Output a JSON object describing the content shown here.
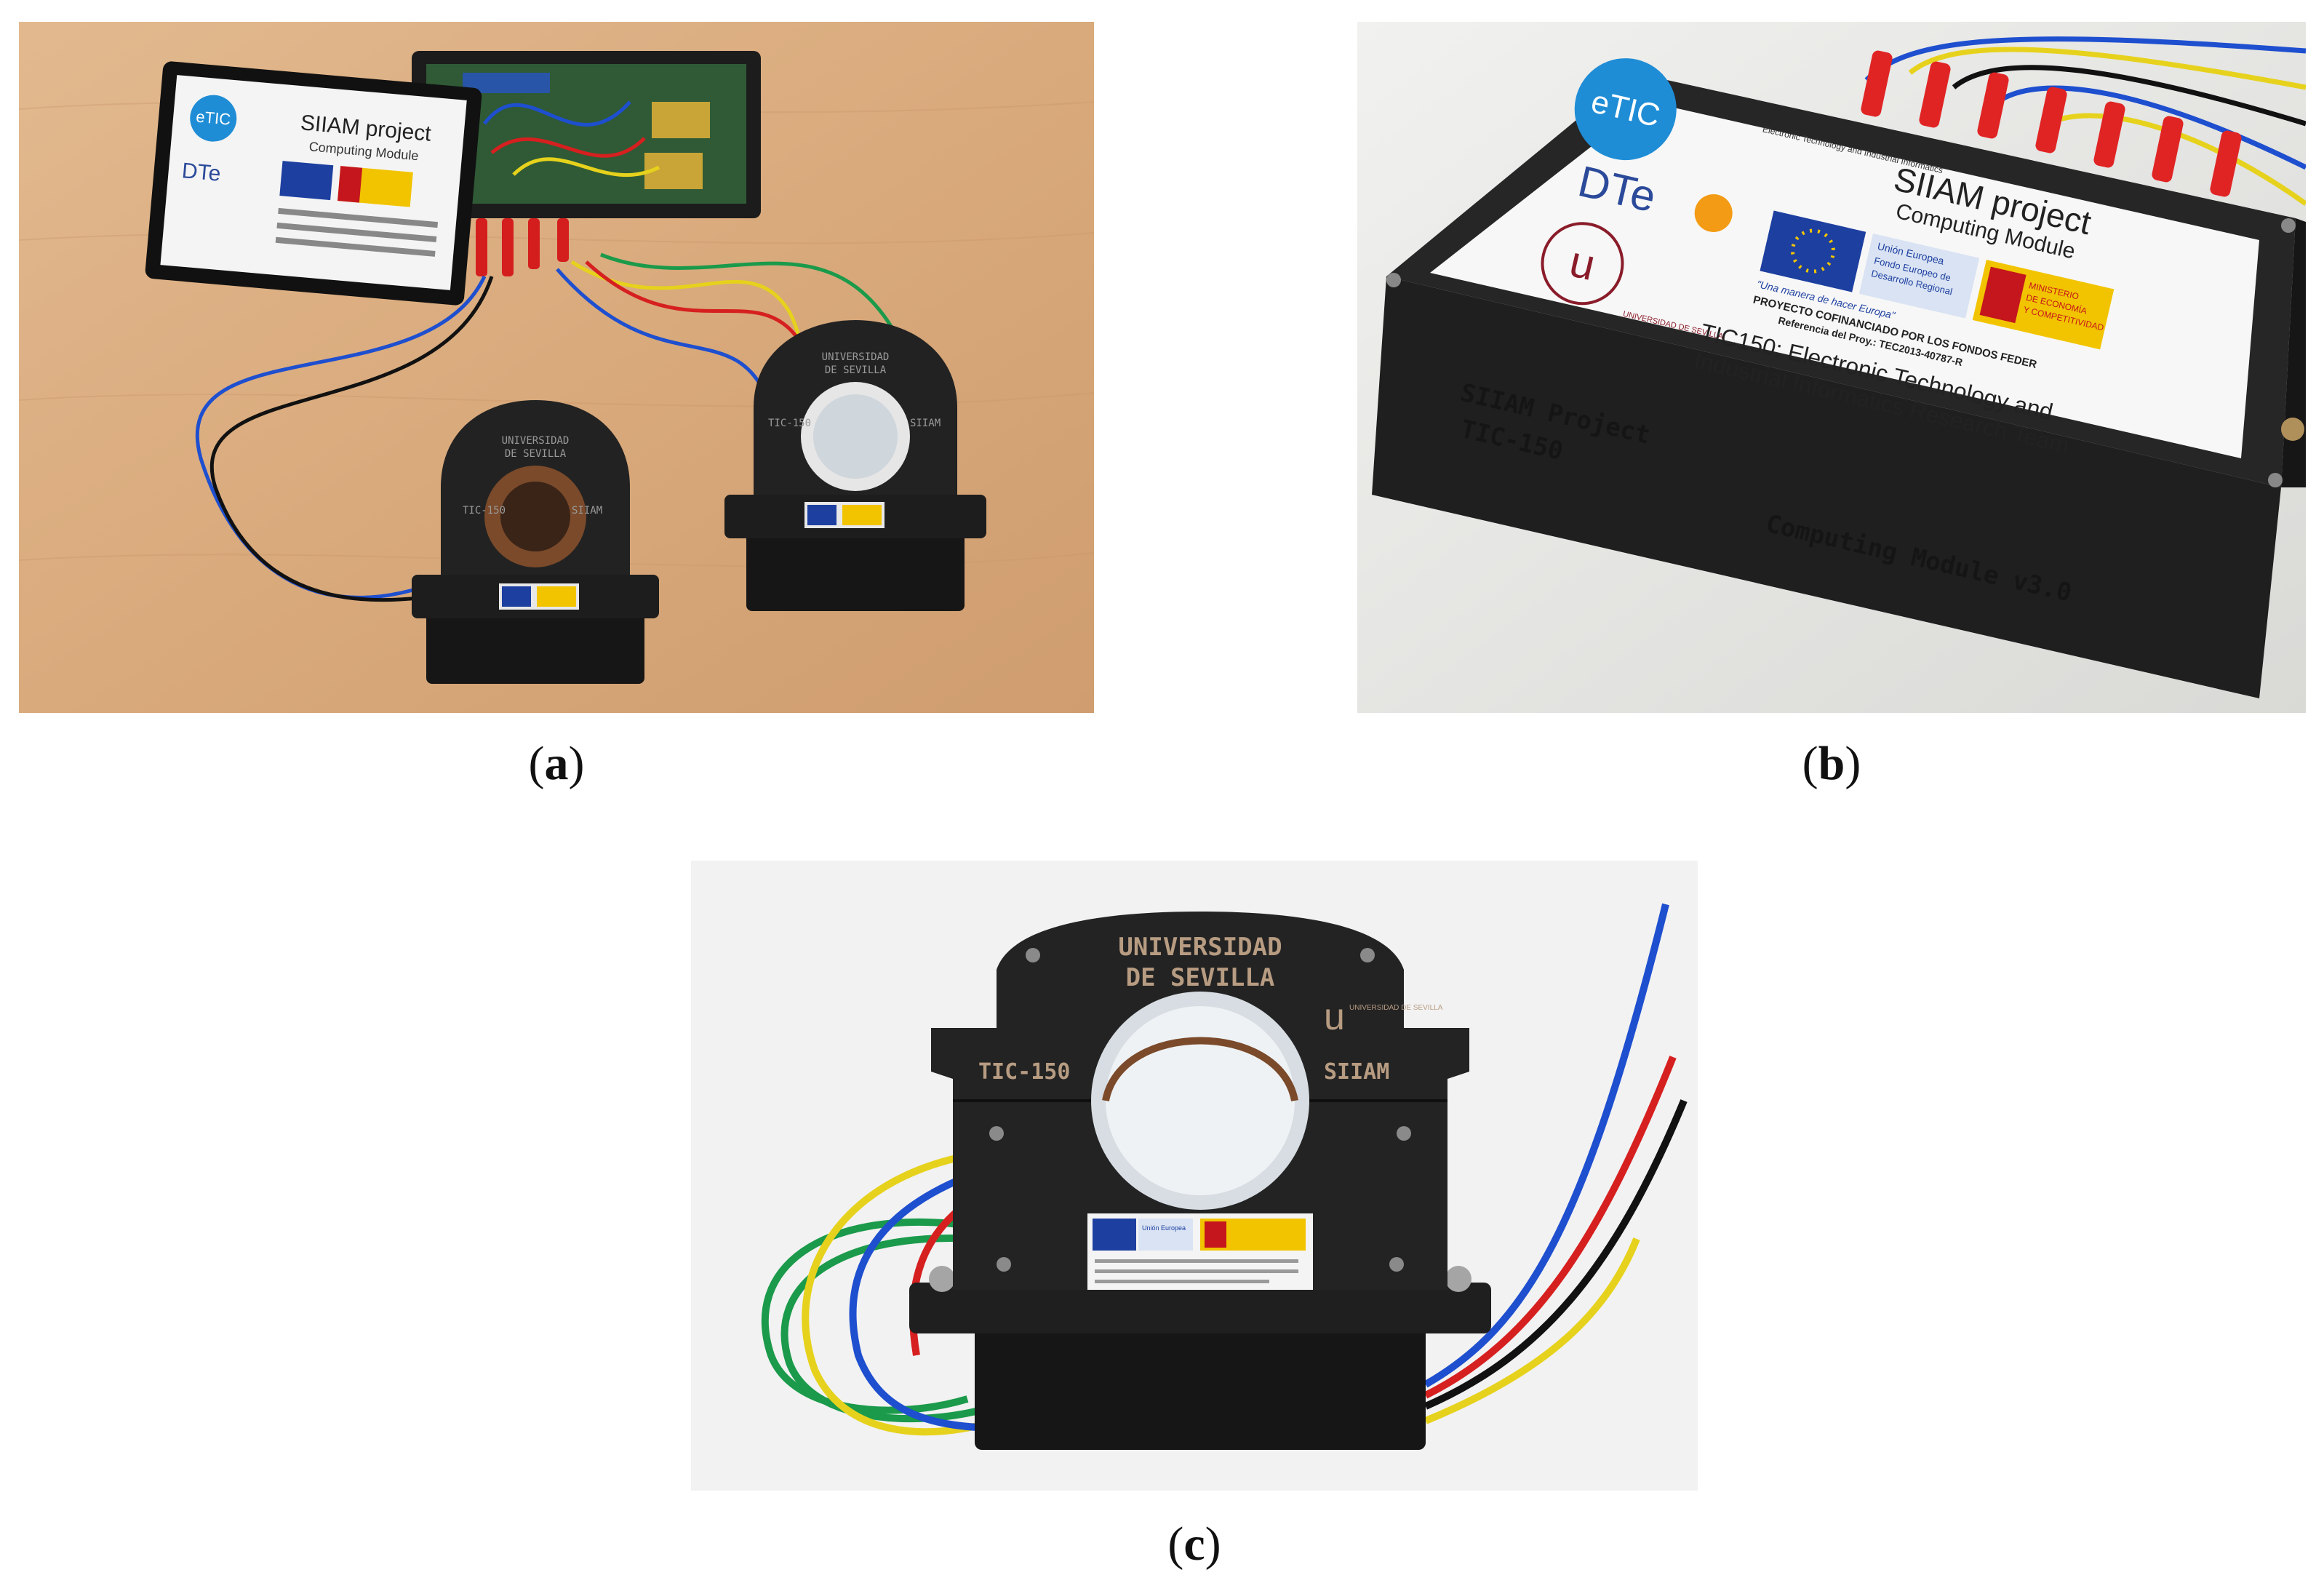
{
  "captions": {
    "a": "a",
    "b": "b",
    "c": "c"
  },
  "panel_a": {
    "lid_title": "SIIAM project",
    "lid_subtitle": "Computing Module",
    "logo_etic": "eTIC",
    "logo_dte": "DTe",
    "sensor_top": "UNIVERSIDAD",
    "sensor_bottom": "DE SEVILLA",
    "sensor_left": "TIC-150",
    "sensor_right": "SIIAM"
  },
  "panel_b": {
    "logo_etic": "eTIC",
    "etic_tagline": "Electronic Technology and Industrial Informatics",
    "logo_dte": "DTe",
    "univ_arc": "UNIVERSIDAD DE SEVILLA",
    "title": "SIIAM project",
    "subtitle": "Computing Module",
    "eu_label": "Unión Europea",
    "eu_fund_1": "Fondo Europeo de",
    "eu_fund_2": "Desarrollo Regional",
    "motto": "\"Una manera de hacer Europa\"",
    "ministry_1": "MINISTERIO",
    "ministry_2": "DE ECONOMÍA",
    "ministry_3": "Y COMPETITIVIDAD",
    "cofinance": "PROYECTO COFINANCIADO POR LOS FONDOS FEDER",
    "reference": "Referencia del Proy.: TEC2013-40787-R",
    "team_1": "TIC150: Electronic Technology and",
    "team_2": "Industrial Informatics Research Team",
    "side_engraving_1": "SIIAM Project",
    "side_engraving_2": "TIC-150",
    "front_engraving": "Computing Module v3.0"
  },
  "panel_c": {
    "sensor_top": "UNIVERSIDAD",
    "sensor_bottom": "DE SEVILLA",
    "sensor_left": "TIC-150",
    "sensor_right": "SIIAM",
    "univ_arc": "UNIVERSIDAD DE SEVILLA",
    "eu_label": "Unión Europea"
  }
}
